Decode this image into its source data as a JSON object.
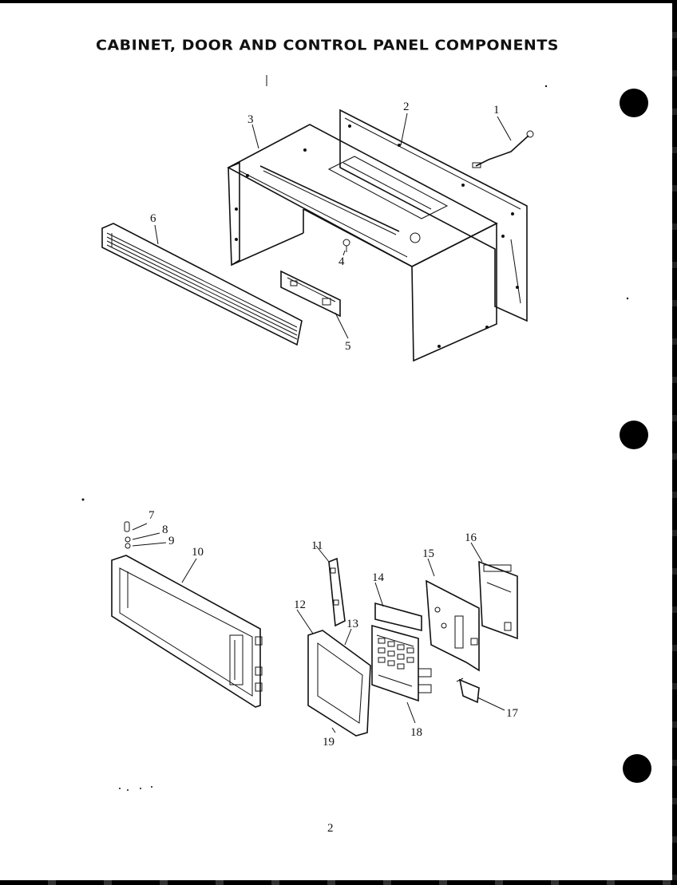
{
  "title": "CABINET, DOOR AND CONTROL PANEL COMPONENTS",
  "page_number": "2",
  "callouts": {
    "c1": "1",
    "c2": "2",
    "c3": "3",
    "c4": "4",
    "c5": "5",
    "c6": "6",
    "c7": "7",
    "c8": "8",
    "c9": "9",
    "c10": "10",
    "c11": "11",
    "c12": "12",
    "c13": "13",
    "c14": "14",
    "c15": "15",
    "c16": "16",
    "c17": "17",
    "c18": "18",
    "c19": "19"
  }
}
